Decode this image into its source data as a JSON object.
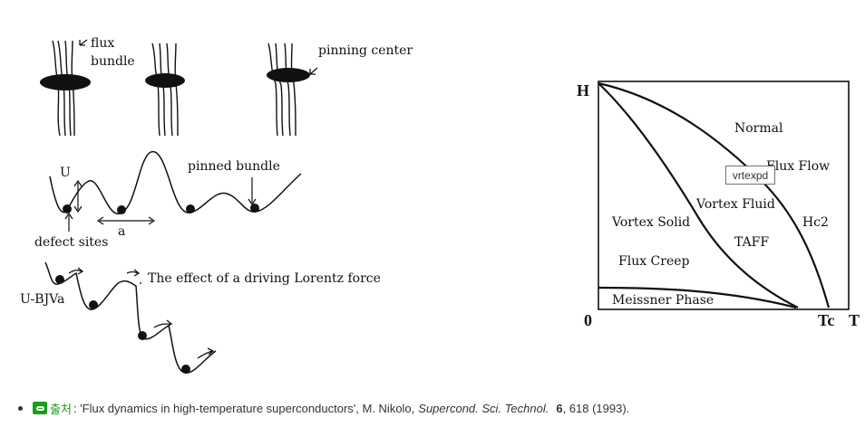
{
  "left_figure": {
    "top_labels": {
      "flux_bundle_line1": "flux",
      "flux_bundle_line2": "bundle",
      "pinning_center": "pinning center"
    },
    "middle_labels": {
      "U": "U",
      "pinned_bundle": "pinned bundle",
      "a": "a",
      "defect_sites": "defect sites"
    },
    "bottom_labels": {
      "ubjva": "U-BJVa",
      "driving_force": "The effect of a driving Lorentz force"
    }
  },
  "phase_diagram": {
    "axis": {
      "H": "H",
      "origin": "0",
      "T": "T",
      "Tc": "Tc"
    },
    "regions": {
      "normal": "Normal",
      "flux_flow": "Flux Flow",
      "vortex_fluid": "Vortex Fluid",
      "hc2": "Hc2",
      "vortex_solid": "Vortex Solid",
      "taff": "TAFF",
      "flux_creep": "Flux Creep",
      "meissner": "Meissner Phase"
    }
  },
  "tooltip": {
    "text": "vrtexpd"
  },
  "caption": {
    "source_label": "출처",
    "separator": ": ",
    "title": "'Flux dynamics in high-temperature superconductors', M. Nikolo,",
    "journal": "Supercond. Sci. Technol.",
    "volume": "6",
    "pages_year": ", 618 (1993)."
  },
  "colors": {
    "link_green": "#1a9c1a",
    "text": "#333333",
    "ink": "#111111"
  }
}
